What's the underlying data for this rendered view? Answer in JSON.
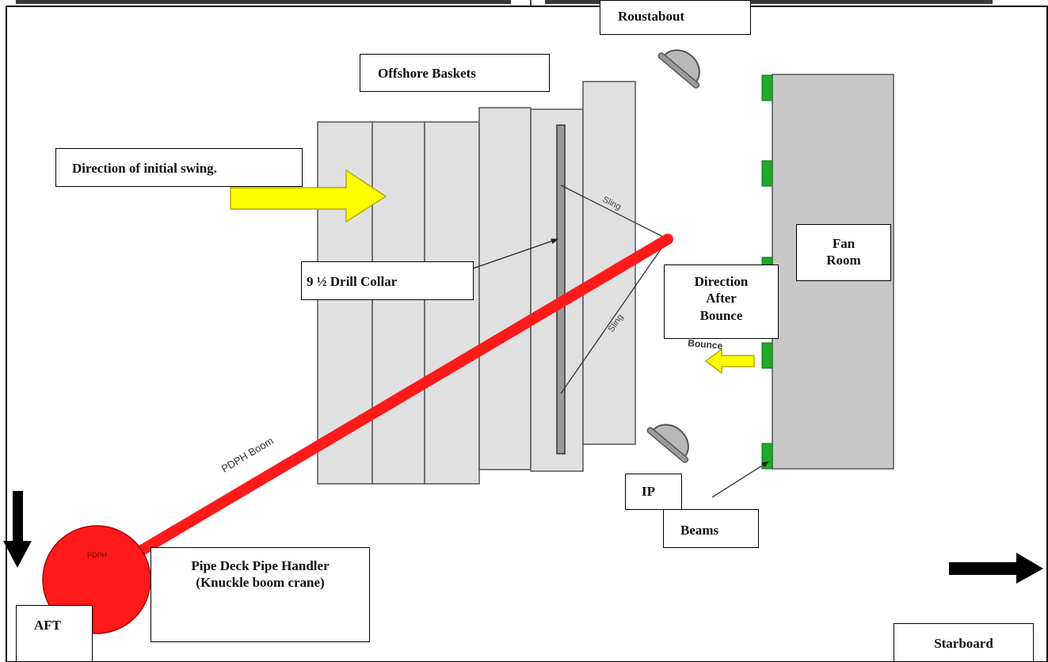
{
  "labels": {
    "roustabout": "Roustabout",
    "offshore_baskets": "Offshore Baskets",
    "initial_swing": "Direction of initial swing.",
    "drill_collar": "9 ½ Drill Collar",
    "direction_after_bounce": "Direction\nAfter\nBounce",
    "fan_room": "Fan\nRoom",
    "ip": "IP",
    "beams": "Beams",
    "pipe_handler": "Pipe Deck Pipe Handler\n(Knuckle boom crane)",
    "aft": "AFT",
    "starboard": "Starboard"
  },
  "diagram_text": {
    "sling_upper": "Sling",
    "sling_lower": "Sling",
    "boom": "PDPH Boom",
    "handler": "PDPH",
    "bounce": "Bounce"
  },
  "colors": {
    "boom_red": "#ff1a1a",
    "basket_gray": "#e0e0e0",
    "room_gray": "#c8c8c8",
    "beam_green": "#1faa2b",
    "arrow_yellow": "#ffff00",
    "helmet_gray": "#b8b8b8"
  },
  "icons": [
    "hard-hat-icon",
    "hard-hat-icon",
    "arrow-down-icon",
    "arrow-right-icon"
  ]
}
